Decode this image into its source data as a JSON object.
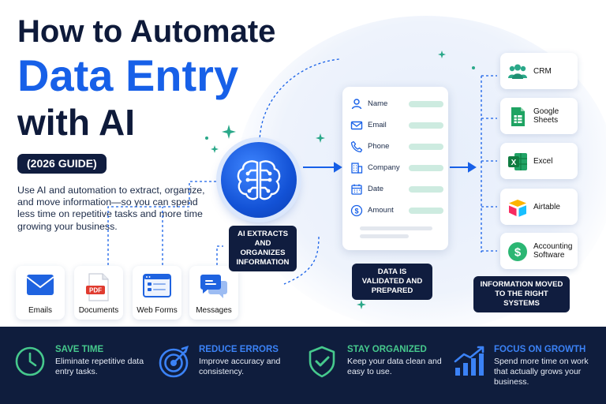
{
  "title": {
    "line1": "How to Automate",
    "line2": "Data Entry",
    "line3": "with AI"
  },
  "badge": "(2026 GUIDE)",
  "intro": "Use AI and automation to extract, organize, and move information—so you can spend less time on repetitive tasks and more time growing your business.",
  "sources": [
    {
      "label": "Emails",
      "icon": "envelope-icon"
    },
    {
      "label": "Documents",
      "icon": "pdf-document-icon"
    },
    {
      "label": "Web Forms",
      "icon": "web-form-icon"
    },
    {
      "label": "Messages",
      "icon": "chat-bubble-icon"
    }
  ],
  "ai_step": {
    "label": "AI EXTRACTS AND ORGANIZES INFORMATION",
    "icon": "ai-brain-icon"
  },
  "form": {
    "fields": [
      {
        "label": "Name",
        "icon": "user-icon"
      },
      {
        "label": "Email",
        "icon": "mail-icon"
      },
      {
        "label": "Phone",
        "icon": "phone-icon"
      },
      {
        "label": "Company",
        "icon": "building-icon"
      },
      {
        "label": "Date",
        "icon": "calendar-icon"
      },
      {
        "label": "Amount",
        "icon": "dollar-icon"
      }
    ],
    "caption": "DATA IS VALIDATED AND PREPARED"
  },
  "destinations": {
    "items": [
      {
        "label": "CRM",
        "icon": "people-group-icon"
      },
      {
        "label": "Google Sheets",
        "icon": "google-sheets-icon"
      },
      {
        "label": "Excel",
        "icon": "excel-icon"
      },
      {
        "label": "Airtable",
        "icon": "airtable-icon"
      },
      {
        "label": "Accounting Software",
        "icon": "dollar-circle-icon"
      }
    ],
    "caption": "INFORMATION MOVED TO THE RIGHT SYSTEMS"
  },
  "benefits": [
    {
      "title": "SAVE TIME",
      "desc": "Eliminate repetitive data entry tasks.",
      "icon": "clock-icon"
    },
    {
      "title": "REDUCE ERRORS",
      "desc": "Improve accuracy and consistency.",
      "icon": "target-icon"
    },
    {
      "title": "STAY ORGANIZED",
      "desc": "Keep your data clean and easy to use.",
      "icon": "shield-check-icon"
    },
    {
      "title": "FOCUS ON GROWTH",
      "desc": "Spend more time on work that actually grows your business.",
      "icon": "growth-chart-icon"
    }
  ],
  "colors": {
    "brand_blue": "#1760e8",
    "navy": "#0f1d3d",
    "teal": "#2aa889",
    "benefit_green": "#46c98d",
    "benefit_blue": "#3b82f6"
  }
}
